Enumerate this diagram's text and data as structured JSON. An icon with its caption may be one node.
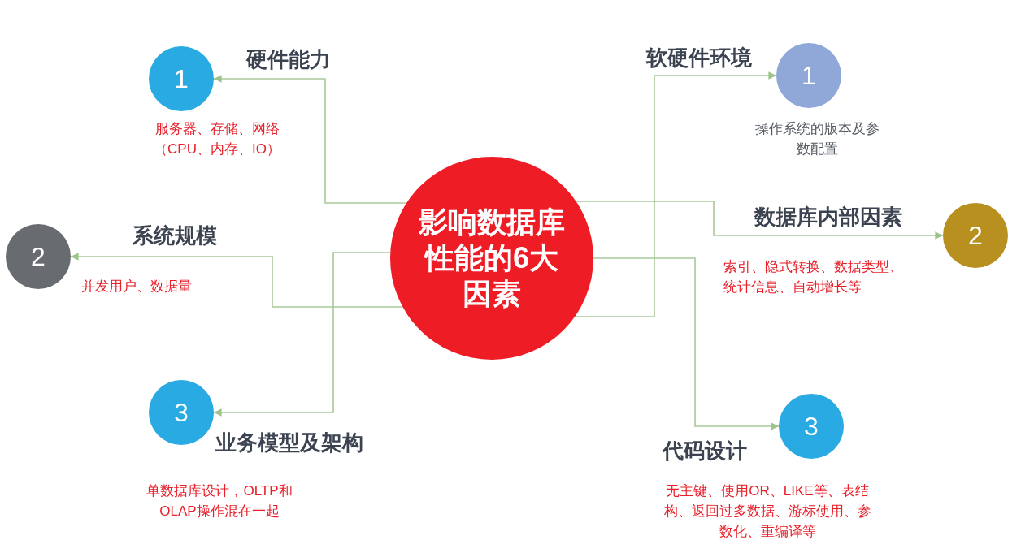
{
  "diagram": {
    "nodes": [
      {
        "text": [
          "影响数据库性能的6大因素"
        ]
      },
      {
        "text": [
          "1"
        ],
        "beside": [
          "硬件能力",
          "服务器、存储、网络（CPU、内存、IO）"
        ]
      },
      {
        "text": [
          "2"
        ],
        "beside": [
          "系统规模",
          "并发用户、数据量"
        ]
      },
      {
        "text": [
          "3"
        ],
        "beside": [
          "业务模型及架构",
          "单数据库设计，OLTP和OLAP操作混在一起"
        ]
      },
      {
        "text": [
          "1"
        ],
        "beside": [
          "软硬件环境",
          "操作系统的版本及参数配置"
        ]
      },
      {
        "text": [
          "2"
        ],
        "beside": [
          "数据库内部因素",
          "索引、隐式转换、数据类型、统计信息、自动增长等"
        ]
      },
      {
        "text": [
          "3"
        ],
        "beside": [
          "代码设计",
          "无主键、使用OR、LIKE等、表结构、返回过多数据、游标使用、参数化、重编译等"
        ]
      }
    ],
    "edges": [
      {
        "from": 0,
        "to": 1,
        "arrow": "to"
      },
      {
        "from": 0,
        "to": 2,
        "arrow": "to"
      },
      {
        "from": 0,
        "to": 3,
        "arrow": "to"
      },
      {
        "from": 0,
        "to": 4,
        "arrow": "to"
      },
      {
        "from": 0,
        "to": 5,
        "arrow": "to"
      },
      {
        "from": 0,
        "to": 6,
        "arrow": "to"
      }
    ]
  }
}
